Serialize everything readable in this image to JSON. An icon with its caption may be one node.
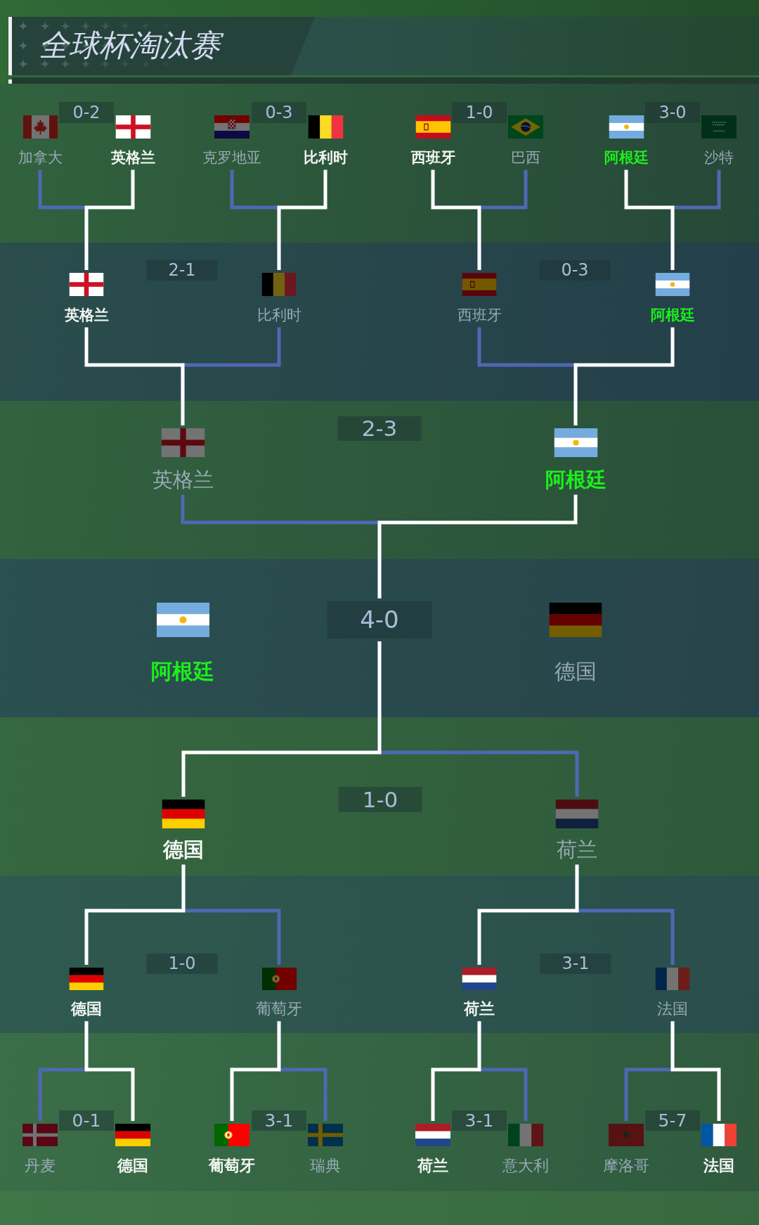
{
  "diagram": {
    "title": "全球杯淘汰赛",
    "nodes": [
      {
        "text": [
          "加拿大"
        ]
      },
      {
        "text": [
          "0-2"
        ]
      },
      {
        "text": [
          "英格兰"
        ]
      },
      {
        "text": [
          "克罗地亚"
        ]
      },
      {
        "text": [
          "0-3"
        ]
      },
      {
        "text": [
          "比利时"
        ]
      },
      {
        "text": [
          "西班牙"
        ]
      },
      {
        "text": [
          "1-0"
        ]
      },
      {
        "text": [
          "巴西"
        ]
      },
      {
        "text": [
          "阿根廷"
        ]
      },
      {
        "text": [
          "3-0"
        ]
      },
      {
        "text": [
          "沙特"
        ]
      },
      {
        "text": [
          "英格兰"
        ]
      },
      {
        "text": [
          "2-1"
        ]
      },
      {
        "text": [
          "比利时"
        ]
      },
      {
        "text": [
          "西班牙"
        ]
      },
      {
        "text": [
          "0-3"
        ]
      },
      {
        "text": [
          "阿根廷"
        ]
      },
      {
        "text": [
          "英格兰"
        ]
      },
      {
        "text": [
          "2-3"
        ]
      },
      {
        "text": [
          "阿根廷"
        ]
      },
      {
        "text": [
          "阿根廷"
        ]
      },
      {
        "text": [
          "4-0"
        ]
      },
      {
        "text": [
          "德国"
        ]
      },
      {
        "text": [
          "德国"
        ]
      },
      {
        "text": [
          "1-0"
        ]
      },
      {
        "text": [
          "荷兰"
        ]
      },
      {
        "text": [
          "德国"
        ]
      },
      {
        "text": [
          "1-0"
        ]
      },
      {
        "text": [
          "葡萄牙"
        ]
      },
      {
        "text": [
          "荷兰"
        ]
      },
      {
        "text": [
          "3-1"
        ]
      },
      {
        "text": [
          "法国"
        ]
      },
      {
        "text": [
          "丹麦"
        ]
      },
      {
        "text": [
          "0-1"
        ]
      },
      {
        "text": [
          "德国"
        ]
      },
      {
        "text": [
          "葡萄牙"
        ]
      },
      {
        "text": [
          "3-1"
        ]
      },
      {
        "text": [
          "瑞典"
        ]
      },
      {
        "text": [
          "荷兰"
        ]
      },
      {
        "text": [
          "3-1"
        ]
      },
      {
        "text": [
          "意大利"
        ]
      },
      {
        "text": [
          "摩洛哥"
        ]
      },
      {
        "text": [
          "5-7"
        ]
      },
      {
        "text": [
          "法国"
        ]
      }
    ],
    "edges": [
      {
        "from": 0,
        "to": 12,
        "arrow": "none",
        "color": "#4f68b4"
      },
      {
        "from": 2,
        "to": 12,
        "arrow": "none",
        "color": "#ffffff"
      },
      {
        "from": 3,
        "to": 14,
        "arrow": "none",
        "color": "#4f68b4"
      },
      {
        "from": 5,
        "to": 14,
        "arrow": "none",
        "color": "#ffffff"
      },
      {
        "from": 6,
        "to": 15,
        "arrow": "none",
        "color": "#ffffff"
      },
      {
        "from": 8,
        "to": 15,
        "arrow": "none",
        "color": "#4f68b4"
      },
      {
        "from": 9,
        "to": 17,
        "arrow": "none",
        "color": "#ffffff"
      },
      {
        "from": 11,
        "to": 17,
        "arrow": "none",
        "color": "#4f68b4"
      },
      {
        "from": 12,
        "to": 18,
        "arrow": "none",
        "color": "#ffffff"
      },
      {
        "from": 14,
        "to": 18,
        "arrow": "none",
        "color": "#4f68b4"
      },
      {
        "from": 15,
        "to": 20,
        "arrow": "none",
        "color": "#4f68b4"
      },
      {
        "from": 17,
        "to": 20,
        "arrow": "none",
        "color": "#ffffff"
      },
      {
        "from": 18,
        "to": 22,
        "arrow": "none",
        "color": "#4f68b4"
      },
      {
        "from": 20,
        "to": 22,
        "arrow": "none",
        "color": "#ffffff"
      },
      {
        "from": 24,
        "to": 22,
        "arrow": "none",
        "color": "#ffffff"
      },
      {
        "from": 26,
        "to": 22,
        "arrow": "none",
        "color": "#4f68b4"
      },
      {
        "from": 27,
        "to": 24,
        "arrow": "none",
        "color": "#ffffff"
      },
      {
        "from": 29,
        "to": 24,
        "arrow": "none",
        "color": "#4f68b4"
      },
      {
        "from": 30,
        "to": 26,
        "arrow": "none",
        "color": "#ffffff"
      },
      {
        "from": 32,
        "to": 26,
        "arrow": "none",
        "color": "#4f68b4"
      },
      {
        "from": 33,
        "to": 27,
        "arrow": "none",
        "color": "#4f68b4"
      },
      {
        "from": 35,
        "to": 27,
        "arrow": "none",
        "color": "#ffffff"
      },
      {
        "from": 36,
        "to": 29,
        "arrow": "none",
        "color": "#ffffff"
      },
      {
        "from": 38,
        "to": 29,
        "arrow": "none",
        "color": "#4f68b4"
      },
      {
        "from": 39,
        "to": 30,
        "arrow": "none",
        "color": "#ffffff"
      },
      {
        "from": 41,
        "to": 30,
        "arrow": "none",
        "color": "#4f68b4"
      },
      {
        "from": 42,
        "to": 32,
        "arrow": "none",
        "color": "#4f68b4"
      },
      {
        "from": 44,
        "to": 32,
        "arrow": "none",
        "color": "#ffffff"
      }
    ]
  }
}
